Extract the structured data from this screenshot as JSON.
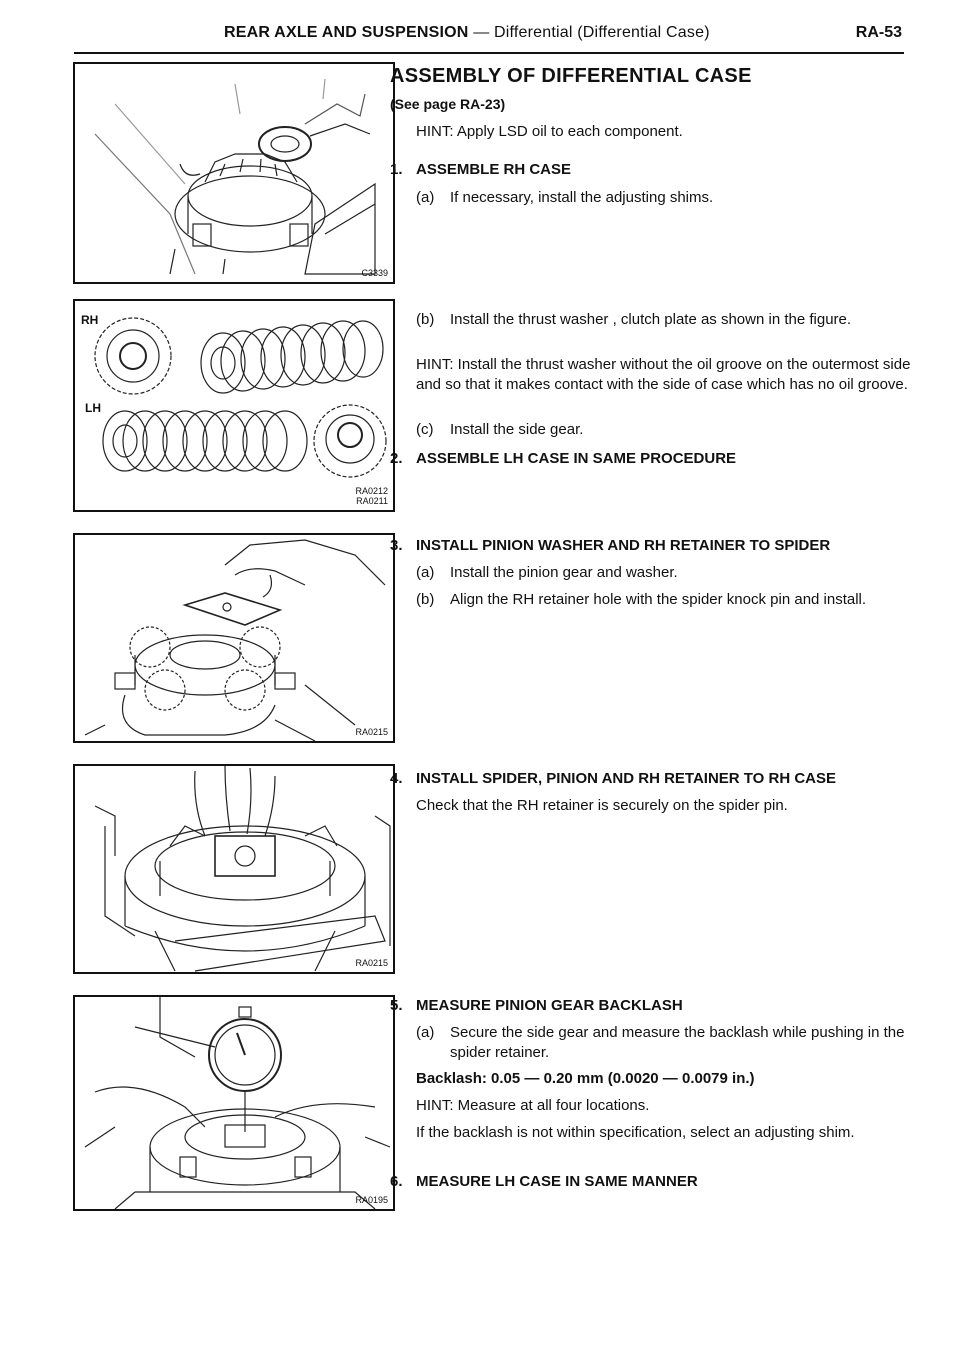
{
  "header": {
    "title_main": "REAR AXLE AND SUSPENSION",
    "title_dash": " — ",
    "title_sub": "Differential (Differential Case)",
    "page": "RA-53"
  },
  "figures": [
    {
      "code": "C3339"
    },
    {
      "code_line1": "RA0212",
      "code_line2": "RA0211",
      "label_rh": "RH",
      "label_lh": "LH"
    },
    {
      "code": "RA0215"
    },
    {
      "code": "RA0215"
    },
    {
      "code": "RA0195"
    }
  ],
  "content": {
    "title": "ASSEMBLY OF DIFFERENTIAL CASE",
    "see_page": "(See page RA-23)",
    "hint_intro": "HINT:  Apply LSD oil to each component.",
    "step1": {
      "num": "1.",
      "label": "ASSEMBLE RH CASE",
      "a_mark": "(a)",
      "a_text": "If necessary, install the adjusting shims.",
      "b_mark": "(b)",
      "b_text": "Install the thrust washer , clutch plate as shown in the figure.",
      "hint": "HINT:  Install the thrust washer without the oil groove on the outermost side and so that it makes contact with the side of case which has no oil groove.",
      "c_mark": "(c)",
      "c_text": "Install the side gear."
    },
    "step2": {
      "num": "2.",
      "label": "ASSEMBLE LH CASE IN SAME PROCEDURE"
    },
    "step3": {
      "num": "3.",
      "label": "INSTALL PINION WASHER AND RH RETAINER TO SPIDER",
      "a_mark": "(a)",
      "a_text": "Install the pinion gear and washer.",
      "b_mark": "(b)",
      "b_text": "Align the RH retainer hole with the spider knock pin and install."
    },
    "step4": {
      "num": "4.",
      "label": "INSTALL SPIDER, PINION AND RH RETAINER TO RH CASE",
      "text": "Check that the RH retainer is securely on the spider pin."
    },
    "step5": {
      "num": "5.",
      "label": "MEASURE PINION GEAR BACKLASH",
      "a_mark": "(a)",
      "a_text": "Secure the side gear and measure the backlash while pushing in the spider retainer.",
      "spec": "Backlash:  0.05 — 0.20 mm (0.0020 — 0.0079 in.)",
      "hint": "HINT:  Measure at all four locations.",
      "note": "If the backlash is not within specification, select an adjusting shim."
    },
    "step6": {
      "num": "6.",
      "label": "MEASURE LH CASE IN SAME MANNER"
    }
  }
}
